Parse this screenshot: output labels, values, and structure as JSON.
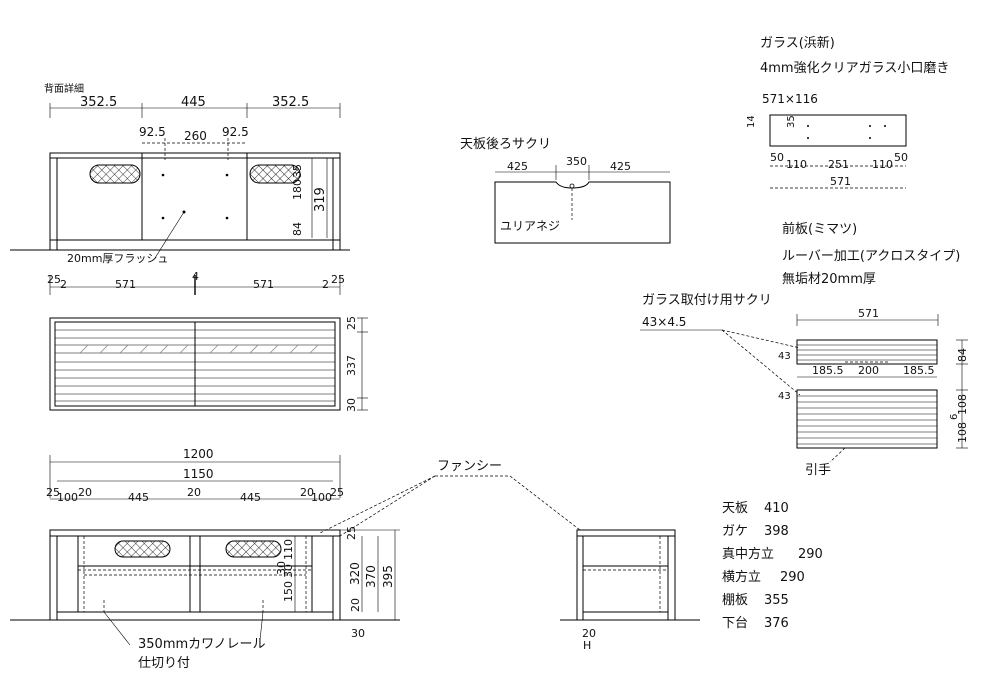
{
  "notes": {
    "back_detail": "背面詳細",
    "glass_title": "ガラス(浜新)",
    "glass_spec": "4mm強化クリアガラス小口磨き",
    "glass_size": "571×116",
    "top_back_cut": "天板後ろサクリ",
    "urea_screw": "ユリアネジ",
    "flush": "20mm厚フラッシュ",
    "front_title": "前板(ミマツ)",
    "louver": "ルーバー加工(アクロスタイプ)",
    "solid": "無垢材20mm厚",
    "glass_cut": "ガラス取付け用サクリ",
    "glass_cut_size": "43×4.5",
    "pull": "引手",
    "fancy": "ファンシー",
    "rail": "350mmカワノレール",
    "rail2": "仕切り付"
  },
  "back_dims": {
    "a": "352.5",
    "b": "445",
    "c": "352.5",
    "d": "92.5",
    "e": "260",
    "f": "92.5",
    "h1": "35",
    "h2": "180",
    "h3": "319",
    "h4": "84"
  },
  "top_dims": {
    "a": "25",
    "b": "2",
    "c": "571",
    "d": "4",
    "e": "571",
    "f": "2",
    "g": "25",
    "h1": "25",
    "h2": "337",
    "h3": "30"
  },
  "front_dims": {
    "w1": "1200",
    "w2": "1150",
    "a": "25",
    "b": "100",
    "c": "20",
    "d": "445",
    "e": "20",
    "f": "445",
    "g": "20",
    "h": "100",
    "i": "25",
    "v1": "25",
    "v2": "110",
    "v3": "30",
    "v4": "150",
    "v5": "30",
    "v6": "320",
    "v7": "370",
    "v8": "395",
    "v9": "20",
    "bot": "30"
  },
  "side_dims": {
    "a": "20",
    "b": "H"
  },
  "cut_dims": {
    "a": "425",
    "b": "350",
    "c": "425"
  },
  "glass_dims": {
    "a": "14",
    "b": "35",
    "c": "50",
    "d": "110",
    "e": "251",
    "f": "110",
    "g": "50",
    "h": "571"
  },
  "front_board_dims": {
    "w": "571",
    "l1": "43",
    "l2": "43",
    "a": "185.5",
    "b": "200",
    "c": "185.5",
    "h1": "84",
    "h2": "108",
    "h3": "108",
    "h4": "6"
  },
  "parts": [
    {
      "name": "天板",
      "value": "410"
    },
    {
      "name": "ガケ",
      "value": "398"
    },
    {
      "name": "真中方立",
      "value": "290"
    },
    {
      "name": "横方立",
      "value": "290"
    },
    {
      "name": "棚板",
      "value": "355"
    },
    {
      "name": "下台",
      "value": "376"
    }
  ]
}
